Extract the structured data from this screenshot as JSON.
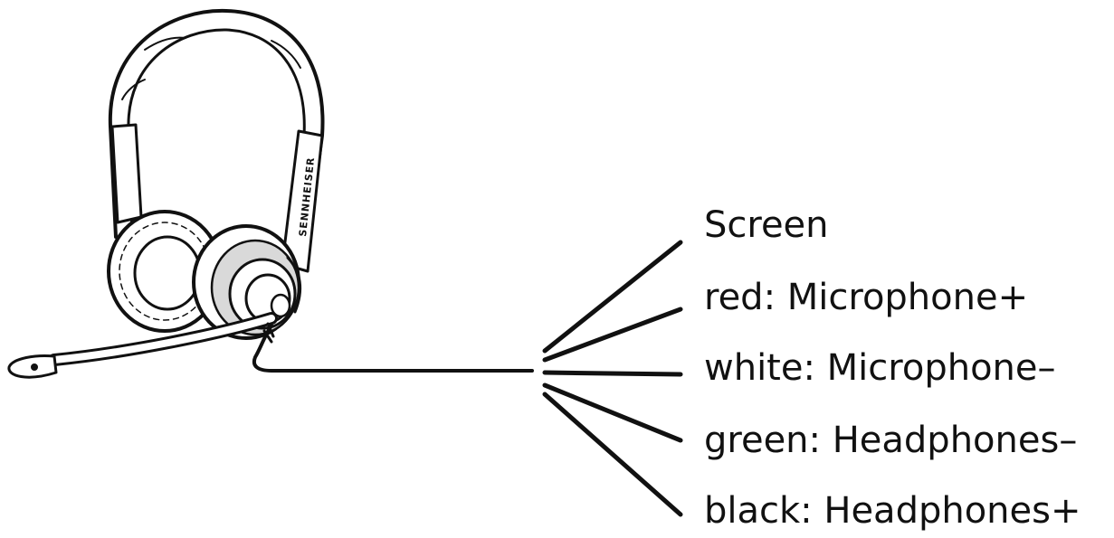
{
  "diagram": {
    "brand_text": "SENNHEISER",
    "wires": [
      {
        "label": "Screen"
      },
      {
        "label": "red: Microphone+"
      },
      {
        "label": "white: Microphone–"
      },
      {
        "label": "green: Headphones–"
      },
      {
        "label": "black: Headphones+"
      }
    ]
  },
  "colors": {
    "line": "#111111",
    "fill": "#ffffff",
    "shade": "#d9d9d9"
  }
}
